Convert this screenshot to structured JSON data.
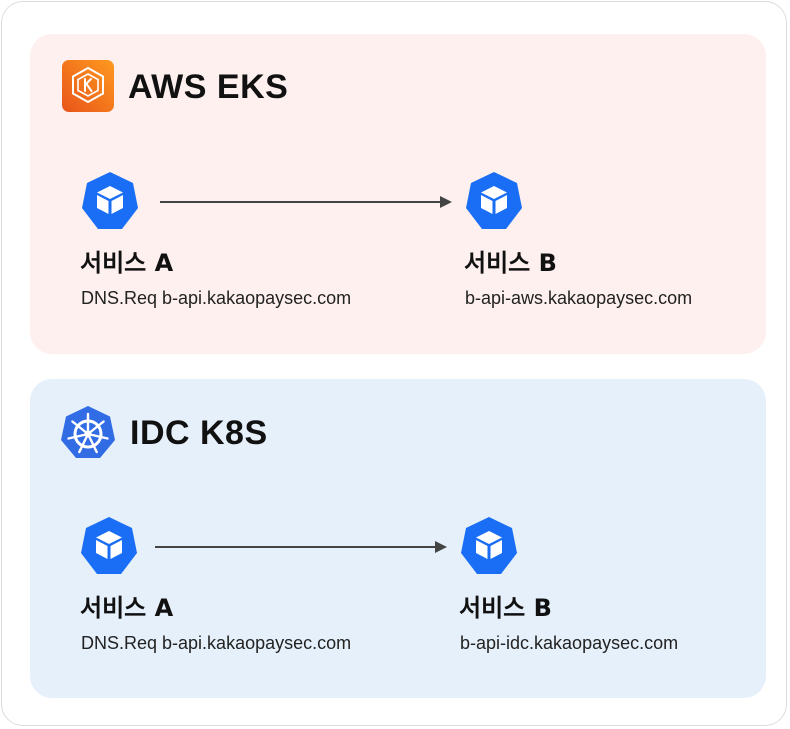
{
  "clusters": [
    {
      "title": "AWS EKS",
      "logo_icon": "aws-eks-icon",
      "accent": "#fdf0ee",
      "service_a": {
        "name": "서비스 A",
        "dns": "DNS.Req b-api.kakaopaysec.com"
      },
      "service_b": {
        "name": "서비스 B",
        "dns": "b-api-aws.kakaopaysec.com"
      }
    },
    {
      "title": "IDC K8S",
      "logo_icon": "kubernetes-icon",
      "accent": "#e6f0fb",
      "service_a": {
        "name": "서비스 A",
        "dns": "DNS.Req b-api.kakaopaysec.com"
      },
      "service_b": {
        "name": "서비스 B",
        "dns": "b-api-idc.kakaopaysec.com"
      }
    }
  ],
  "colors": {
    "node_blue": "#1a6ef5",
    "eks_orange_top": "#ff9a1f",
    "eks_orange_bottom": "#e8541a",
    "k8s_blue": "#326ce5",
    "arrow": "#444444"
  },
  "icons": {
    "service_node": "cube-icon"
  }
}
